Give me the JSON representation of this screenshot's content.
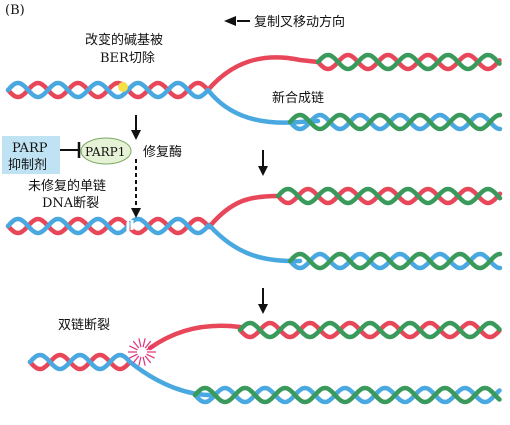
{
  "panel_label": "(B)",
  "labels": {
    "altered_base_line1": "改变的碱基被",
    "altered_base_line2": "BER切除",
    "fork_direction": "复制叉移动方向",
    "new_strand": "新合成链",
    "parp_inhibitor_line1": "PARP",
    "parp_inhibitor_line2": "抑制剂",
    "parp1": "PARP1",
    "repair_enzyme": "修复酶",
    "unrepaired_line1": "未修复的单链",
    "unrepaired_line2": "DNA断裂",
    "double_strand_break": "双链断裂"
  },
  "colors": {
    "red_strand": "#e8475a",
    "blue_strand": "#4aa8e0",
    "green_strand": "#3a9a5c",
    "parp_box": "#bfe3f2",
    "parp1_fill": "#e6f2d6",
    "lesion_dot": "#f5e04a",
    "break_mark": "#e0307a"
  }
}
